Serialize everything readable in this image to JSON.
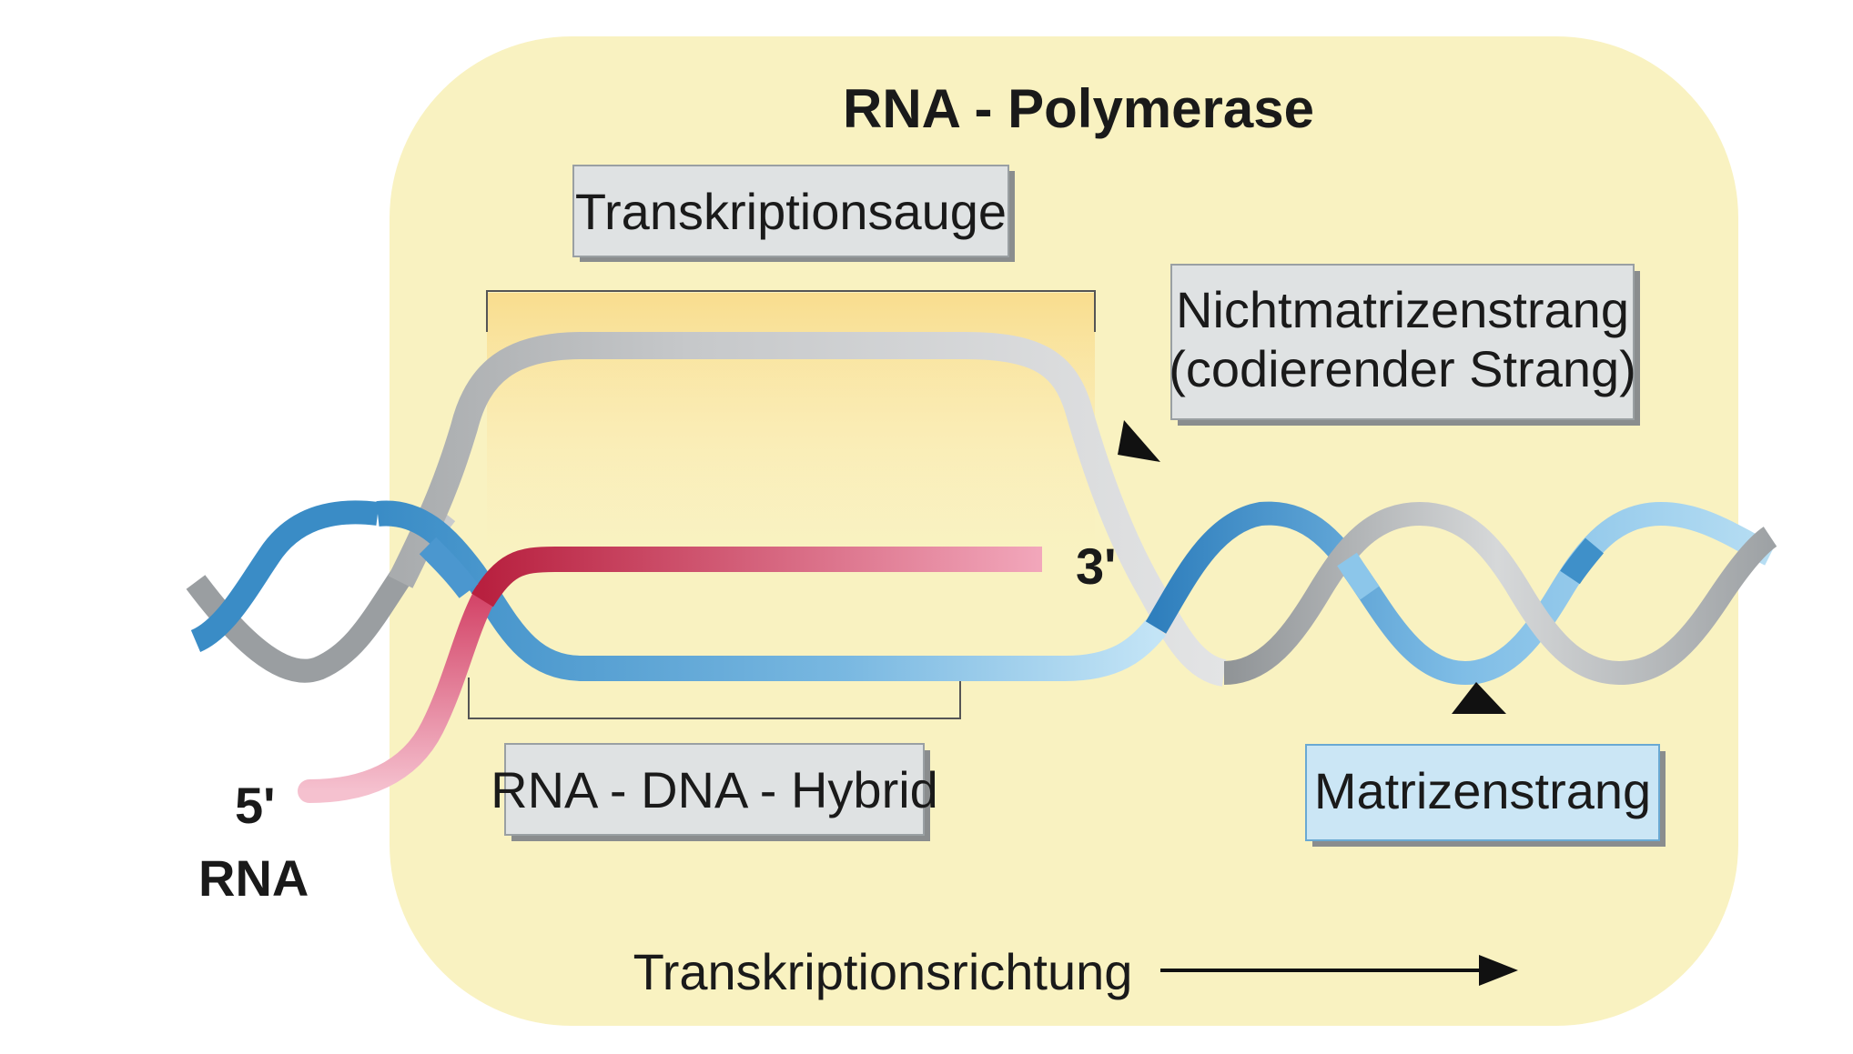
{
  "diagram": {
    "enzyme_label": "RNA - Polymerase",
    "transcription_bubble_label": "Transkriptionsauge",
    "nontemplate_strand_label_line1": "Nichtmatrizenstrang",
    "nontemplate_strand_label_line2": "(codierender Strang)",
    "hybrid_label": "RNA - DNA - Hybrid",
    "template_strand_label": "Matrizenstrang",
    "rna_3prime_label": "3'",
    "rna_5prime_label": "5'",
    "rna_label": "RNA",
    "direction_label": "Transkriptionsrichtung"
  },
  "colors": {
    "polymerase_fill": "#f9f2c1",
    "bubble_highlight": "#fbe7a6",
    "coding_strand": "#b8b8b8",
    "template_strand": "#3a8cc6",
    "rna_strand": "#c9385a",
    "label_box_gray": "#dfe2e3",
    "label_box_blue": "#cbe6f5"
  },
  "icons": [
    "arrow-right-icon",
    "pointer-triangle-icon"
  ]
}
